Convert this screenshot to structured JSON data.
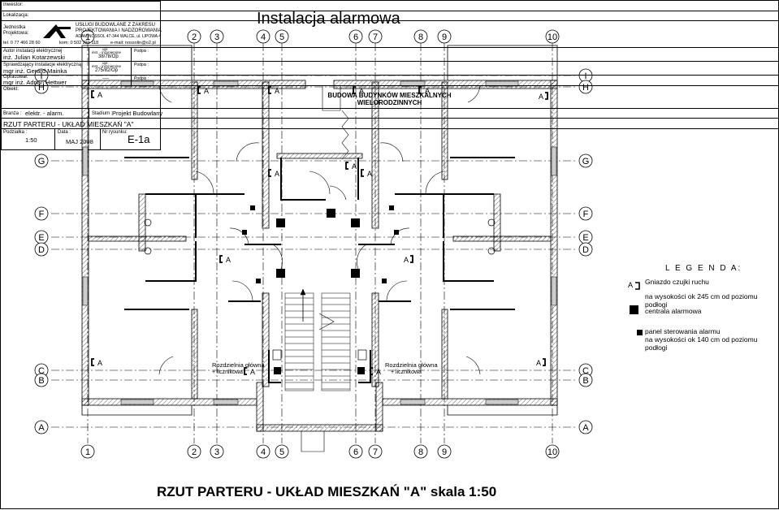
{
  "title": "Instalacja  alarmowa",
  "bottom_title": "RZUT PARTERU - UKŁAD MIESZKAŃ \"A\" skala 1:50",
  "grid": {
    "columns": [
      "1",
      "2",
      "3",
      "4",
      "5",
      "6",
      "7",
      "8",
      "9",
      "10"
    ],
    "rows": [
      "I",
      "H",
      "G",
      "F",
      "E",
      "D",
      "C",
      "B",
      "A"
    ]
  },
  "annotations": {
    "distribution_left_line1": "Rozdzielnia główna",
    "distribution_left_line2": "+ licznikowa",
    "distribution_right_line1": "Rozdzielnia główna",
    "distribution_right_line2": "+ licznikowa",
    "sensor_letter": "A"
  },
  "legend": {
    "heading": "L E G E N D A:",
    "sensor_line1": "Gniazdo czujki ruchu",
    "sensor_line2": "na wysokości  ok 245 cm od poziomu podłogi",
    "central": "centrala alarmowa",
    "panel_line1": "panel sterowania alarmu",
    "panel_line2": "na wysokości  ok 140 cm od poziomu podłogi"
  },
  "title_block": {
    "investor_label": "Inwestor:",
    "location_label": "Lokalizacja:",
    "unit_label_1": "Jednostka",
    "unit_label_2": "Projektowa:",
    "company_line1": "USŁUGI BUDOWLANE Z ZAKRESU",
    "company_line2": "PROJEKTOWANIA I NADZOROWANIA",
    "company_line3": "ADAM NOSSOL  47-344 WALCE, ul. LIPOWA 4",
    "contact_tel": "tel. 0 77 466 28 60",
    "contact_kom": "kom: 0 502 221 118",
    "contact_mail": "e-mail: nossolin@o2.pl",
    "author_label": "Autor instalacji elektrycznej",
    "author_name": "inż. Julian Kotarzewski",
    "author_perm_1": "upr.",
    "author_perm_2": "inst. - inżynieryjne",
    "author_perm_3": "38/78/Op",
    "checker_label": "Sprawdzający instalacje elektryczną",
    "checker_name": "mgr inż. Gerard Mainka",
    "checker_perm_1": "upr.",
    "checker_perm_2": "inst. - inżynieryjne",
    "checker_perm_3": "275/82/Op",
    "drafter_label": "Opracował:",
    "drafter_name": "mgr inż. Adrian Hettwer",
    "drafter_perm": "----",
    "signature_label": "Podpis :",
    "object_label": "Obiekt:",
    "object_line1": "BUDOWA BUDYNKÓW MIESZKALNYCH",
    "object_line2": "WIELORODZINNYCH",
    "branch_label": "Branża :",
    "branch_value": "elektr. - alarm.",
    "stage_label": "Stadium :",
    "stage_value": "Projekt Budowlany",
    "drawing_title": "RZUT PARTERU - UKŁAD MIESZKAŃ \"A\"",
    "scale_label": "Podziałka :",
    "scale_value": "1:50",
    "date_label": "Data :",
    "date_value": "MAJ 2008",
    "sheet_label": "Nr rysunku:",
    "sheet_value": "E-1a"
  },
  "colors": {
    "ink": "#000000",
    "wall_fill": "#ffffff",
    "window_fill": "#cccccc"
  }
}
